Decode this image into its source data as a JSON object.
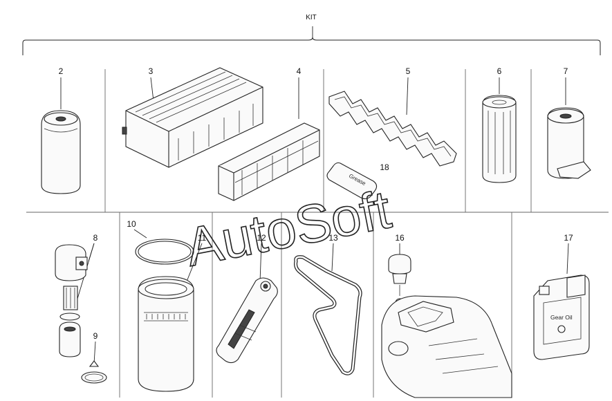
{
  "kit_label": "KIT",
  "watermark": "AutoSoft",
  "inner_labels": {
    "label_18": "18",
    "grease": "Grease",
    "gear_oil": "Gear Oil"
  },
  "parts": [
    {
      "id": "2",
      "name": "filter-canister",
      "label": "2"
    },
    {
      "id": "3",
      "name": "panel-air-filter-large",
      "label": "3"
    },
    {
      "id": "4",
      "name": "panel-air-filter-small",
      "label": "4"
    },
    {
      "id": "5",
      "name": "gasket",
      "label": "5"
    },
    {
      "id": "6",
      "name": "filter-element",
      "label": "6"
    },
    {
      "id": "7",
      "name": "fuel-filter",
      "label": "7"
    },
    {
      "id": "8",
      "name": "filter-housing-assembly",
      "label": "8"
    },
    {
      "id": "9",
      "name": "clamp",
      "label": "9"
    },
    {
      "id": "10",
      "name": "o-ring",
      "label": "10"
    },
    {
      "id": "11",
      "name": "cylinder-filter",
      "label": "11"
    },
    {
      "id": "12",
      "name": "belt-tensioner",
      "label": "12"
    },
    {
      "id": "13",
      "name": "drive-belt",
      "label": "13"
    },
    {
      "id": "16",
      "name": "breather-plug",
      "label": "16"
    },
    {
      "id": "17",
      "name": "gear-oil-bottle",
      "label": "17"
    }
  ]
}
